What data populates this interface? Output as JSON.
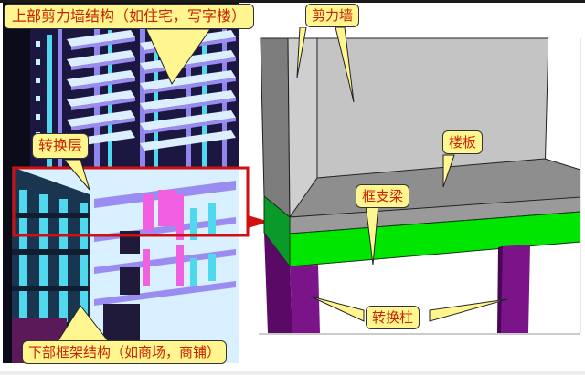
{
  "diagram": {
    "title": "Frame-supported shear wall transfer structure",
    "left_panel": {
      "description": "3D building model: upper shear-wall tower over lower frame with transfer story highlighted",
      "callouts": {
        "upper_structure": "上部剪力墙结构（如住宅，写字楼）",
        "transfer_story": "转换层",
        "lower_structure": "下部框架结构（如商场，商铺）"
      },
      "highlight_box_color": "#d01010"
    },
    "right_panel": {
      "description": "Detail view of transfer story components",
      "callouts": {
        "shear_wall": "剪力墙",
        "floor_slab": "楼板",
        "frame_beam": "框支梁",
        "transfer_column": "转换柱"
      }
    },
    "colors": {
      "callout_fill": "#fff68f",
      "callout_text": "#cc2200",
      "shear_wall": "#c0c0c0",
      "shear_wall_side": "#7a7a7a",
      "slab": "#8a8a8a",
      "frame_beam": "#00e600",
      "transfer_column": "#6a0a78",
      "building_cyan": "#4fd8ee",
      "building_pink": "#f060e0",
      "building_violet": "#9a8cf0"
    }
  }
}
